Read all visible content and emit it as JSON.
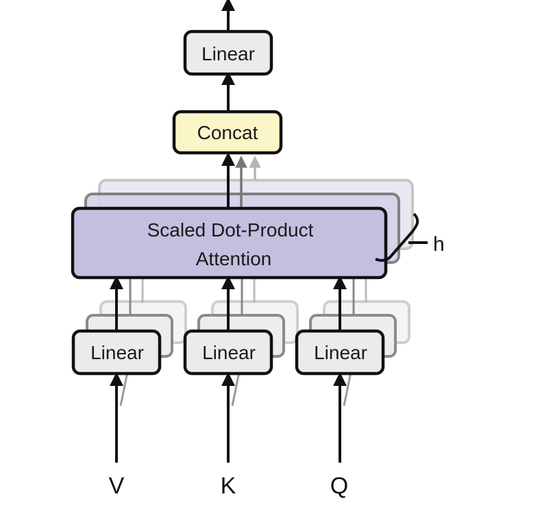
{
  "inputs": {
    "v": "V",
    "k": "K",
    "q": "Q"
  },
  "linear_label": "Linear",
  "attention": {
    "line1": "Scaled Dot-Product",
    "line2": "Attention"
  },
  "concat_label": "Concat",
  "output_linear_label": "Linear",
  "heads_label": "h",
  "colors": {
    "linear_fill": "#e9ecea",
    "concat_fill": "#fbf6c8",
    "attention_fill": "#c5bedf",
    "stroke": "#111111"
  }
}
